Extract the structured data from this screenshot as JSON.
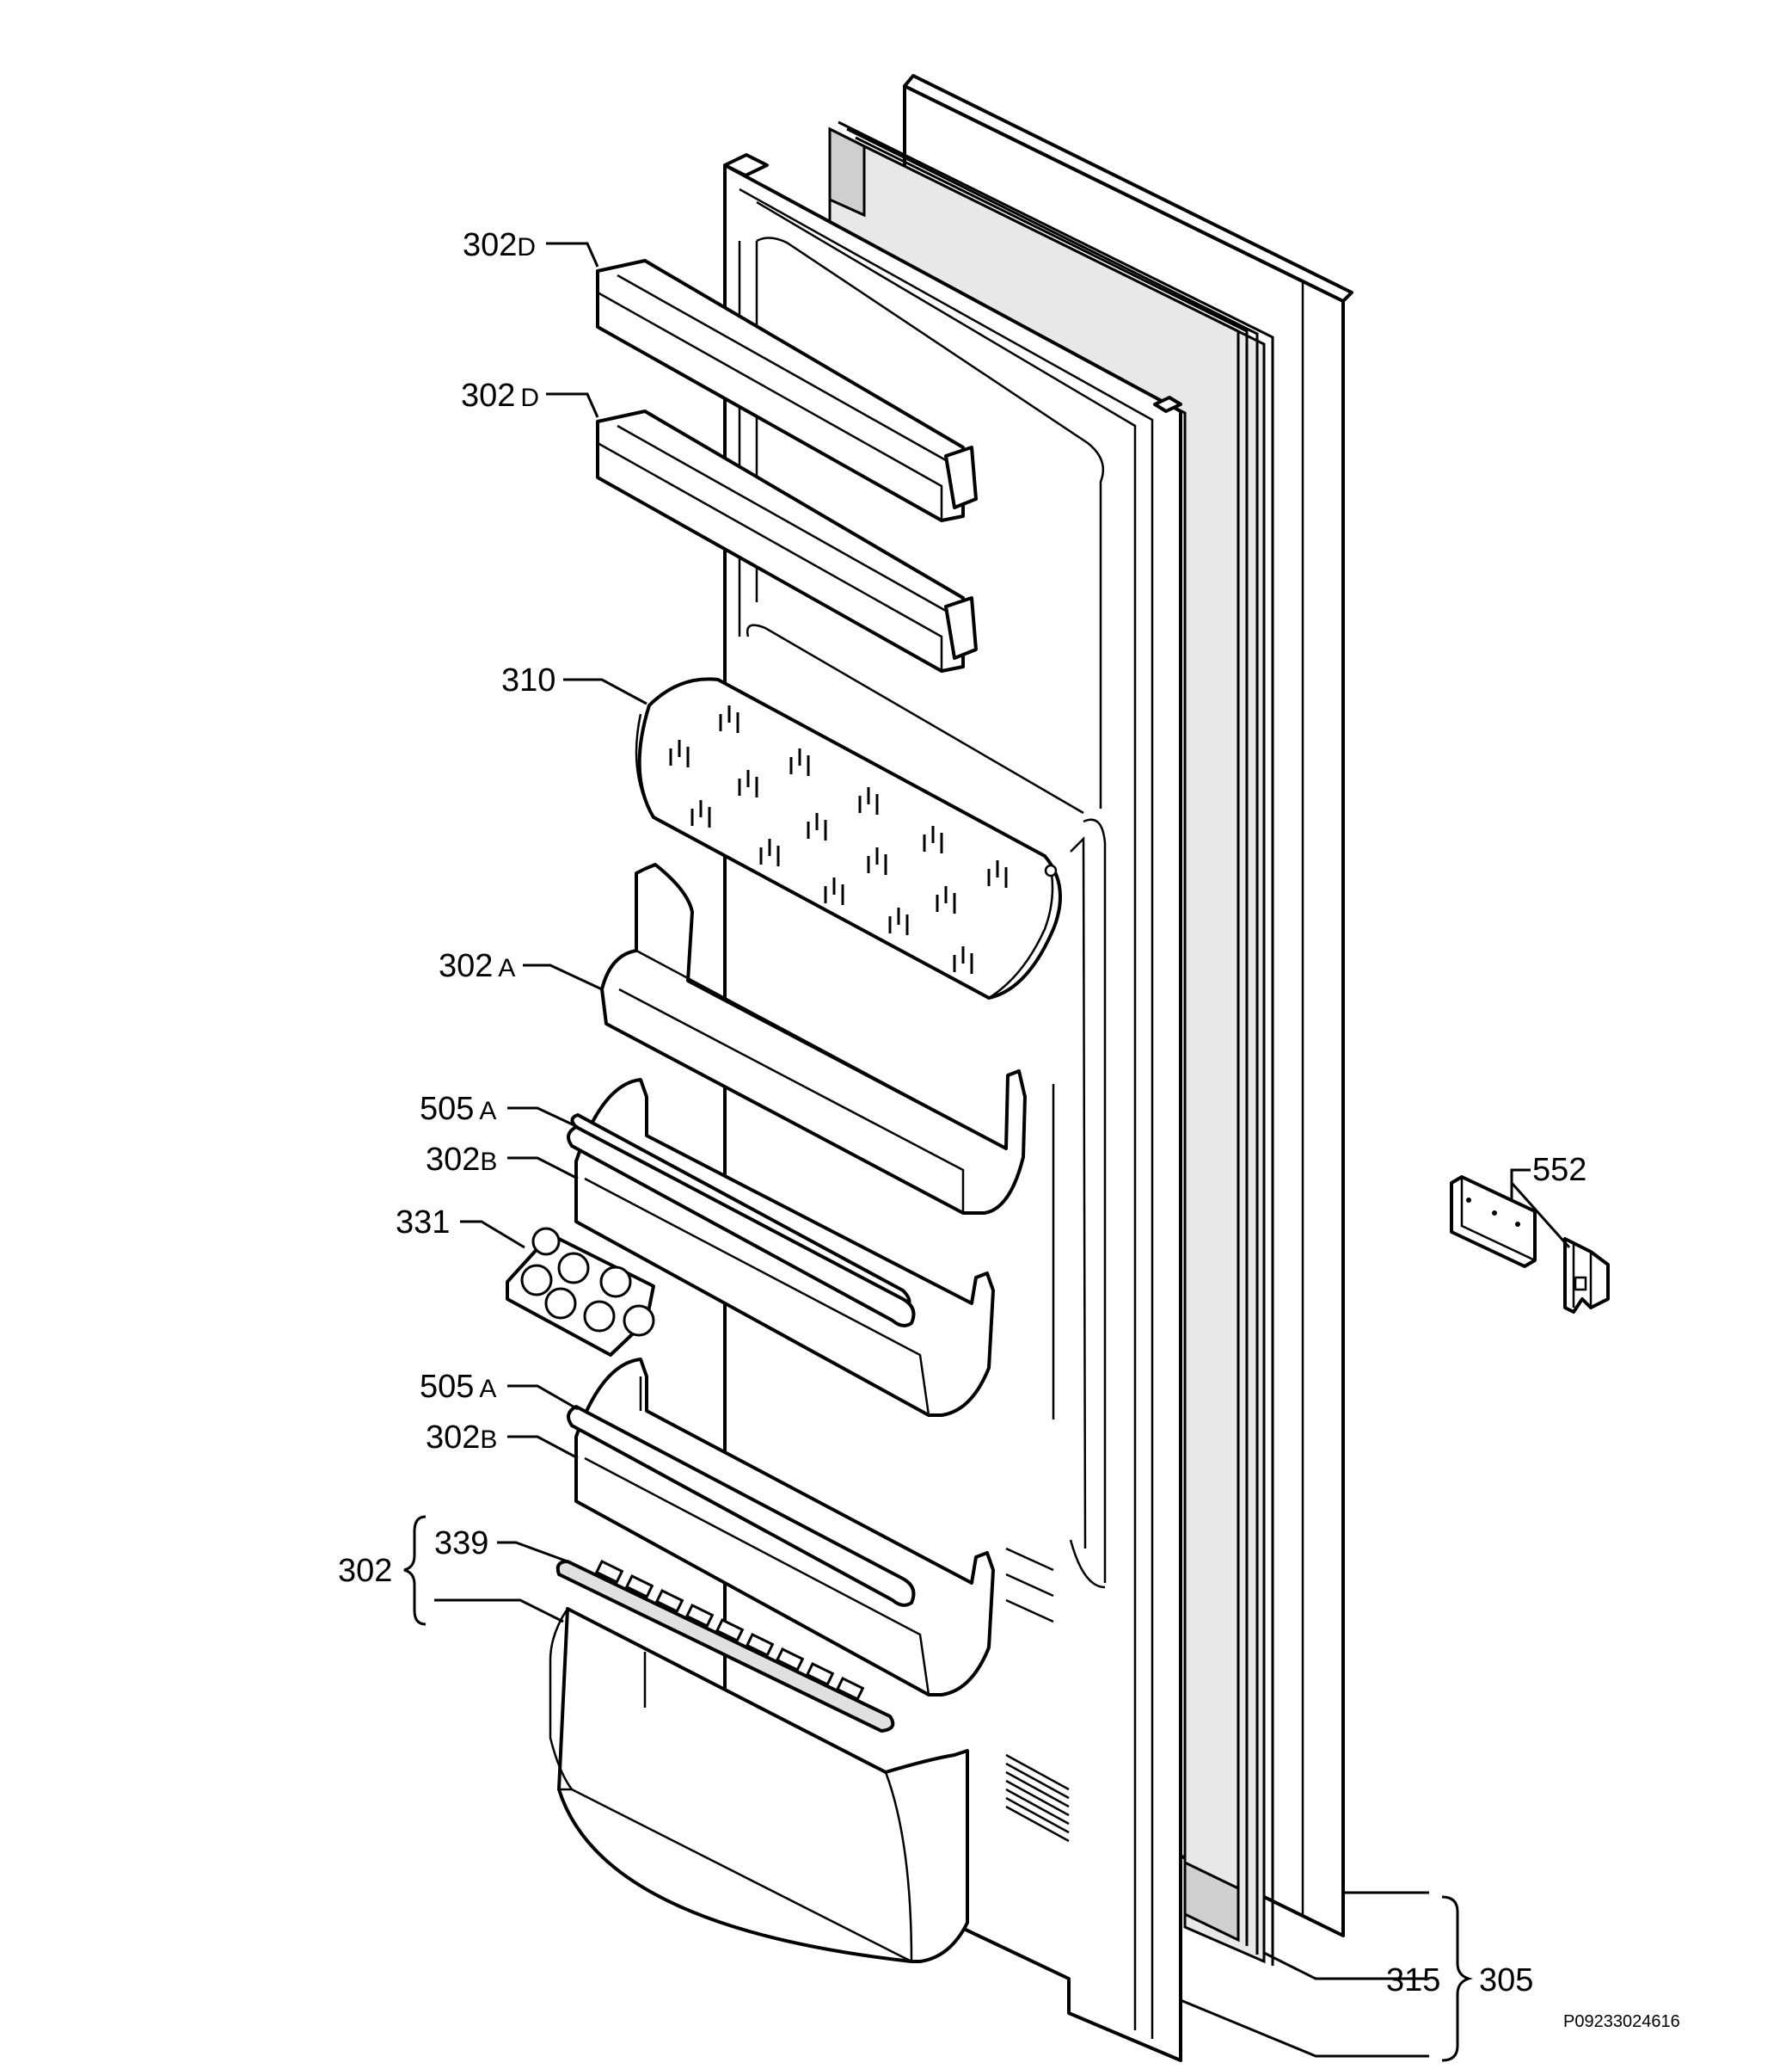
{
  "labels": {
    "l302d_top": {
      "num": "302",
      "suffix": "D"
    },
    "l302d_mid": {
      "num": "302",
      "suffix": "D"
    },
    "l310": {
      "num": "310",
      "suffix": ""
    },
    "l302a": {
      "num": "302",
      "suffix": "A"
    },
    "l505a_1": {
      "num": "505",
      "suffix": "A"
    },
    "l302b_1": {
      "num": "302",
      "suffix": "B"
    },
    "l331": {
      "num": "331",
      "suffix": ""
    },
    "l505a_2": {
      "num": "505",
      "suffix": "A"
    },
    "l302b_2": {
      "num": "302",
      "suffix": "B"
    },
    "l339": {
      "num": "339",
      "suffix": ""
    },
    "l302": {
      "num": "302",
      "suffix": ""
    },
    "l552": {
      "num": "552",
      "suffix": ""
    },
    "l315": {
      "num": "315",
      "suffix": ""
    },
    "l305": {
      "num": "305",
      "suffix": ""
    }
  },
  "drawing_code": "P09233024616"
}
